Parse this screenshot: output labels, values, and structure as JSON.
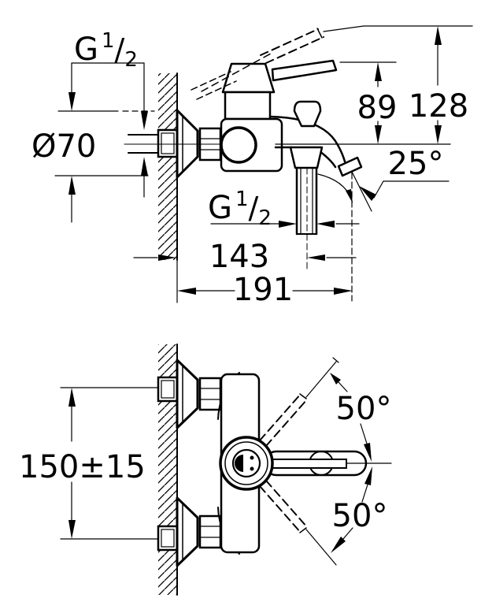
{
  "colors": {
    "line": "#000000",
    "background": "#ffffff"
  },
  "side_view": {
    "wall_thread": {
      "prefix": "G",
      "numerator": "1",
      "slash": "/",
      "denominator": "2"
    },
    "escutcheon_diameter": "Ø70",
    "spout_to_lever_height": "89",
    "spout_to_raised_lever_height": "128",
    "spout_angle": "25°",
    "shower_outlet_thread": {
      "prefix": "G",
      "numerator": "1",
      "slash": "/",
      "denominator": "2"
    },
    "wall_to_shower_outlet": "143",
    "wall_to_spout_tip": "191"
  },
  "front_view": {
    "connection_spacing": "150±15",
    "lever_swing_upper": "50°",
    "lever_swing_lower": "50°"
  }
}
